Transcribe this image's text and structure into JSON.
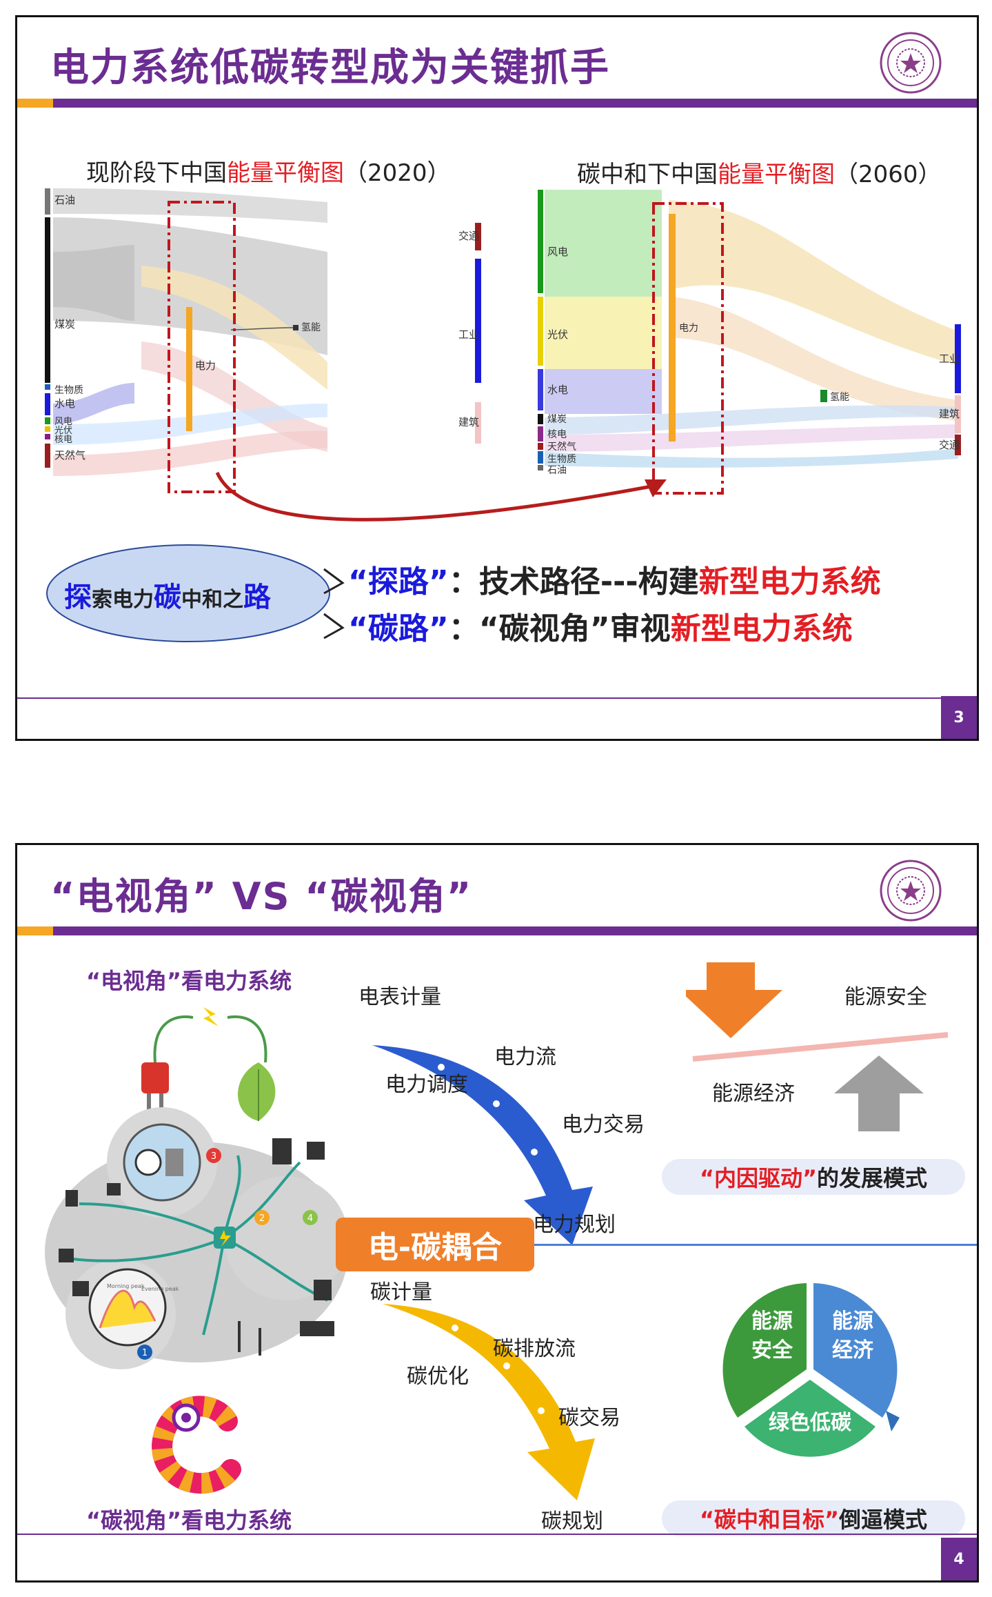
{
  "slide1": {
    "title": "电力系统低碳转型成为关键抓手",
    "page": "3",
    "left_chart": {
      "title_pre": "现阶段下中国",
      "title_red": "能量平衡图",
      "title_year": "（2020）",
      "sources": [
        "石油",
        "煤炭",
        "生物质",
        "水电",
        "风电",
        "光伏",
        "核电",
        "天然气"
      ],
      "middle": [
        "电力",
        "氢能"
      ],
      "sinks": [
        "交通",
        "工业",
        "建筑"
      ]
    },
    "right_chart": {
      "title_pre": "碳中和下中国",
      "title_red": "能量平衡图",
      "title_year": "（2060）",
      "sources": [
        "风电",
        "光伏",
        "水电",
        "煤炭",
        "核电",
        "天然气",
        "生物质",
        "石油"
      ],
      "middle": [
        "电力",
        "氢能"
      ],
      "sinks": [
        "工业",
        "建筑",
        "交通"
      ]
    },
    "ellipse": {
      "p1": "探",
      "p2": "索电力",
      "p3": "碳",
      "p4": "中和之",
      "p5": "路"
    },
    "line1": {
      "q": "“探路”",
      "colon": "：",
      "text": "技术路径---构建",
      "red": "新型电力系统"
    },
    "line2": {
      "q": "“碳路”",
      "colon": "：",
      "text": "“碳视角”审视",
      "red": "新型电力系统"
    }
  },
  "slide2": {
    "title": "“电视角” VS “碳视角”",
    "page": "4",
    "elec_view_label": "“电视角”看电力系统",
    "carbon_view_label": "“碳视角”看电力系统",
    "elec_items": [
      "电表计量",
      "电力流",
      "电力调度",
      "电力交易",
      "电力规划"
    ],
    "coupling": "电-碳耦合",
    "carbon_items": [
      "碳计量",
      "碳排放流",
      "碳优化",
      "碳交易",
      "碳规划"
    ],
    "balance": {
      "top": "能源安全",
      "bottom": "能源经济"
    },
    "mode1": {
      "red": "“内因驱动”",
      "text": "的发展模式"
    },
    "mode2": {
      "red": "“碳中和目标”",
      "text": "倒逼模式"
    },
    "triangle": {
      "a1": "能源",
      "a2": "安全",
      "b1": "能源",
      "b2": "经济",
      "c": "绿色低碳"
    },
    "grid_numbers": [
      "1",
      "2",
      "3",
      "4"
    ],
    "peak_labels": [
      "Morning peak",
      "Evening peak"
    ],
    "colors": {
      "purple": "#6b2d91",
      "orange": "#f5a623",
      "red": "#e31e24",
      "blue": "#1a1adc"
    }
  }
}
